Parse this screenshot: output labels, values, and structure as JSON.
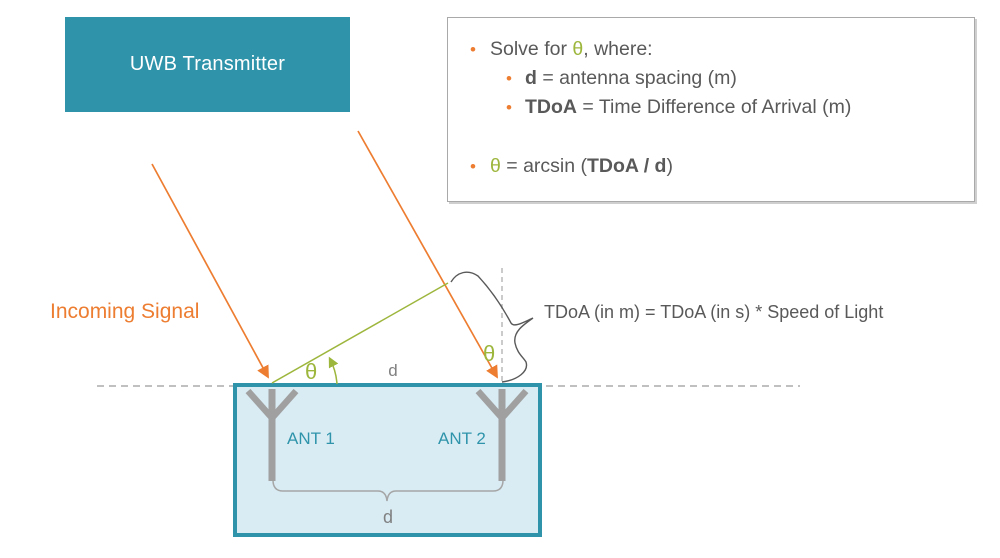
{
  "title": "UWB AoA TDoA diagram",
  "colors": {
    "teal": "#2F94AA",
    "light_blue_fill": "#D9ECF4",
    "orange": "#ED7D31",
    "olive_green": "#9DB63C",
    "dark_gray_text": "#595959",
    "gray_lines": "#A6A6A6",
    "antenna_gray": "#A0A0A0"
  },
  "transmitter": {
    "label": "UWB Transmitter"
  },
  "formula_box": {
    "bullet_char": "•",
    "bullet1": {
      "pre": "Solve for ",
      "theta": "θ",
      "post": ", where:"
    },
    "sub1": {
      "term": "d",
      "definition": " = antenna spacing (m)"
    },
    "sub2": {
      "term": "TDoA",
      "definition": " = Time Difference of Arrival (m)"
    },
    "bullet2": {
      "theta": "θ",
      "eq": " = arcsin (",
      "expr": "TDoA / d",
      "close": ")"
    }
  },
  "diagram": {
    "incoming_signal_label": "Incoming Signal",
    "tdoa_note": "TDoA (in m) = TDoA (in s) * Speed of Light",
    "ant1_label": "ANT 1",
    "ant2_label": "ANT 2",
    "spacing_label_top": "d",
    "spacing_label_bottom": "d",
    "theta_left": "θ",
    "theta_right": "θ"
  }
}
